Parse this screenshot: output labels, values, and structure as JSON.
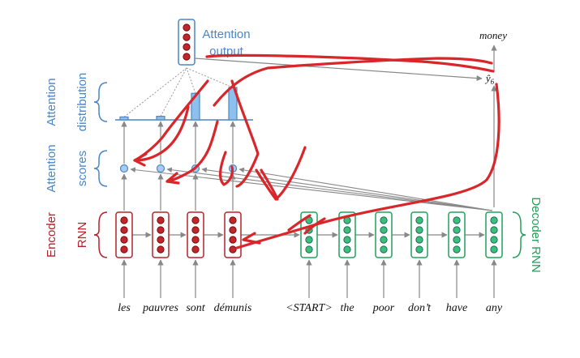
{
  "labels": {
    "attention_output": [
      "Attention",
      "output"
    ],
    "attention_distribution": [
      "Attention",
      "distribution"
    ],
    "attention_scores": [
      "Attention",
      "scores"
    ],
    "encoder_rnn": [
      "Encoder",
      "RNN"
    ],
    "decoder_rnn": "Decoder RNN",
    "output_word": "money",
    "output_var": "ŷ",
    "output_sub": "6"
  },
  "source_words": [
    "les",
    "pauvres",
    "sont",
    "démunis"
  ],
  "target_words": [
    "<START>",
    "the",
    "poor",
    "don’t",
    "have",
    "any"
  ],
  "attention_distribution": [
    0.05,
    0.06,
    0.45,
    0.55
  ],
  "colors": {
    "encoder": "#b8202a",
    "decoder": "#22a05a",
    "attention": "#4a86c8",
    "annotation": "#d8262a",
    "arrow": "#888888"
  }
}
